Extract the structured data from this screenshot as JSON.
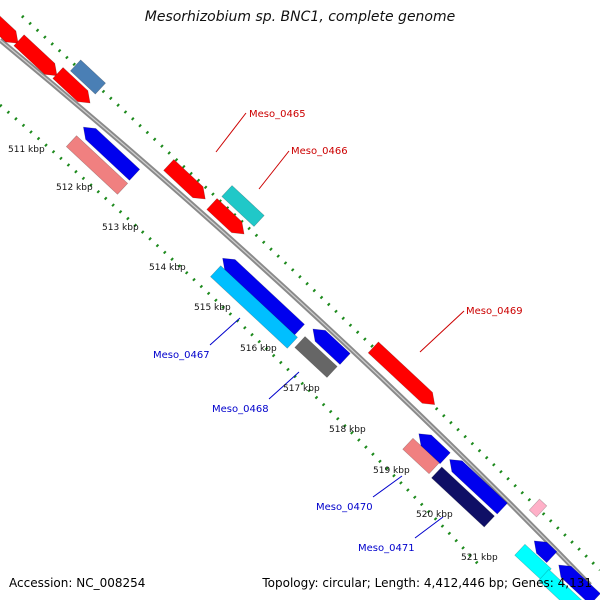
{
  "title": "Mesorhizobium sp. BNC1, complete genome",
  "accession": "Accession: NC_008254",
  "summary": "Topology: circular; Length: 4,412,446 bp; Genes: 4,131",
  "colors": {
    "backbone": "#8a8a8a",
    "tick_dots": "#1d8a1d",
    "forward_label": "#cc0000",
    "reverse_label": "#0000cc"
  },
  "tick_labels": [
    "511 kbp",
    "512 kbp",
    "513 kbp",
    "514 kbp",
    "515 kbp",
    "516 kbp",
    "517 kbp",
    "518 kbp",
    "519 kbp",
    "520 kbp",
    "521 kbp"
  ],
  "gene_labels": [
    {
      "text": "Meso_0465",
      "strand": "forward"
    },
    {
      "text": "Meso_0466",
      "strand": "forward"
    },
    {
      "text": "Meso_0469",
      "strand": "forward"
    },
    {
      "text": "Meso_0467",
      "strand": "reverse"
    },
    {
      "text": "Meso_0468",
      "strand": "reverse"
    },
    {
      "text": "Meso_0470",
      "strand": "reverse"
    },
    {
      "text": "Meso_0471",
      "strand": "reverse"
    }
  ],
  "feature_colors": [
    "#ff0000",
    "#4a7fb5",
    "#0000ee",
    "#f08080",
    "#20c8c8",
    "#00bfff",
    "#666666",
    "#ffb0c8",
    "#0f0f66",
    "#00ffff"
  ]
}
